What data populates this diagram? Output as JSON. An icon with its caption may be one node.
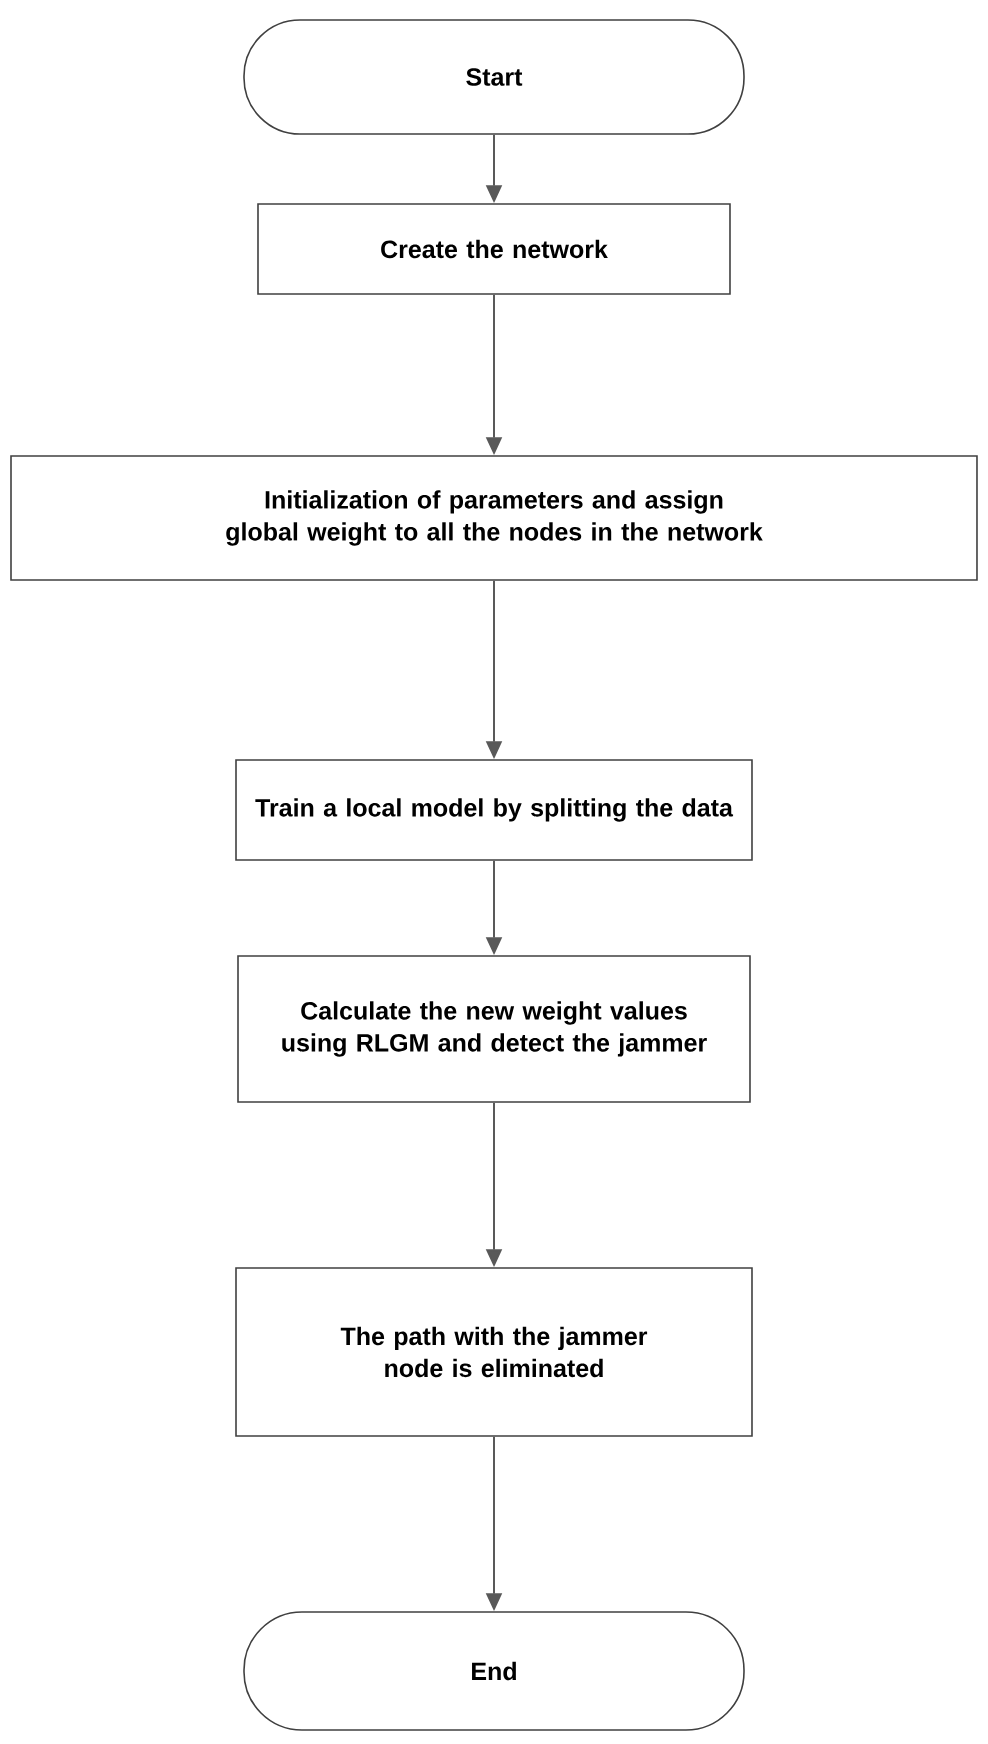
{
  "diagram": {
    "nodes": [
      {
        "text": [
          "Start"
        ]
      },
      {
        "text": [
          "Create the network"
        ]
      },
      {
        "text": [
          "Initialization of parameters and assign global weight to all the nodes in the network"
        ]
      },
      {
        "text": [
          "Train a local model by splitting the data"
        ]
      },
      {
        "text": [
          "Calculate the new weight values using RLGM and detect the jammer"
        ]
      },
      {
        "text": [
          "The path with the jammer node is eliminated"
        ]
      },
      {
        "text": [
          "End"
        ]
      }
    ],
    "edges": [
      {
        "from": 0,
        "to": 1,
        "arrow": "to"
      },
      {
        "from": 1,
        "to": 2,
        "arrow": "to"
      },
      {
        "from": 2,
        "to": 3,
        "arrow": "to"
      },
      {
        "from": 3,
        "to": 4,
        "arrow": "to"
      },
      {
        "from": 4,
        "to": 5,
        "arrow": "to"
      },
      {
        "from": 5,
        "to": 6,
        "arrow": "to"
      }
    ]
  }
}
